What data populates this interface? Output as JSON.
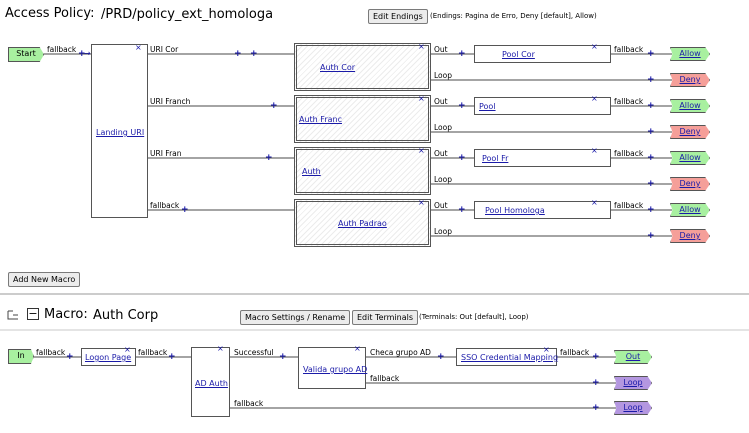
{
  "header": {
    "title_label": "Access Policy:",
    "policy_name": "/PRD/policy_ext_homologa",
    "edit_endings_label": "Edit Endings",
    "endings_note": "(Endings: Pagina de Erro, Deny [default], Allow)"
  },
  "policy": {
    "start_label": "Start",
    "start_branch": "fallback",
    "landing_uri": {
      "label": "Landing URI",
      "branches": [
        "URI Cor",
        "URI Franch",
        "URI Fran",
        "fallback"
      ]
    },
    "auth_nodes": [
      "Auth Cor",
      "Auth Franc",
      "Auth",
      "Auth Padrao"
    ],
    "auth_out_label": "Out",
    "auth_loop_label": "Loop",
    "pools": [
      "Pool Cor",
      "Pool",
      "Pool Fr",
      "Pool Homologa"
    ],
    "pool_branch": "fallback",
    "allow_label": "Allow",
    "deny_label": "Deny"
  },
  "add_macro_label": "Add New Macro",
  "macro": {
    "title_label": "Macro:",
    "name": "Auth Corp",
    "settings_label": "Macro Settings / Rename",
    "edit_terminals_label": "Edit Terminals",
    "terminals_note": "(Terminals: Out [default], Loop)",
    "in_label": "In",
    "logon_page": "Logon Page",
    "ad_auth": "AD Auth",
    "valida_grupo": "Valida grupo AD",
    "sso": "SSO Credential Mapping",
    "branch_fallback": "fallback",
    "branch_successful": "Successful",
    "branch_checa": "Checa grupo AD",
    "out_label": "Out",
    "loop_label": "Loop"
  },
  "colors": {
    "allow": "#a8f0a0",
    "deny": "#f59f99",
    "loop": "#b497e0",
    "link": "#1a1aa8"
  }
}
